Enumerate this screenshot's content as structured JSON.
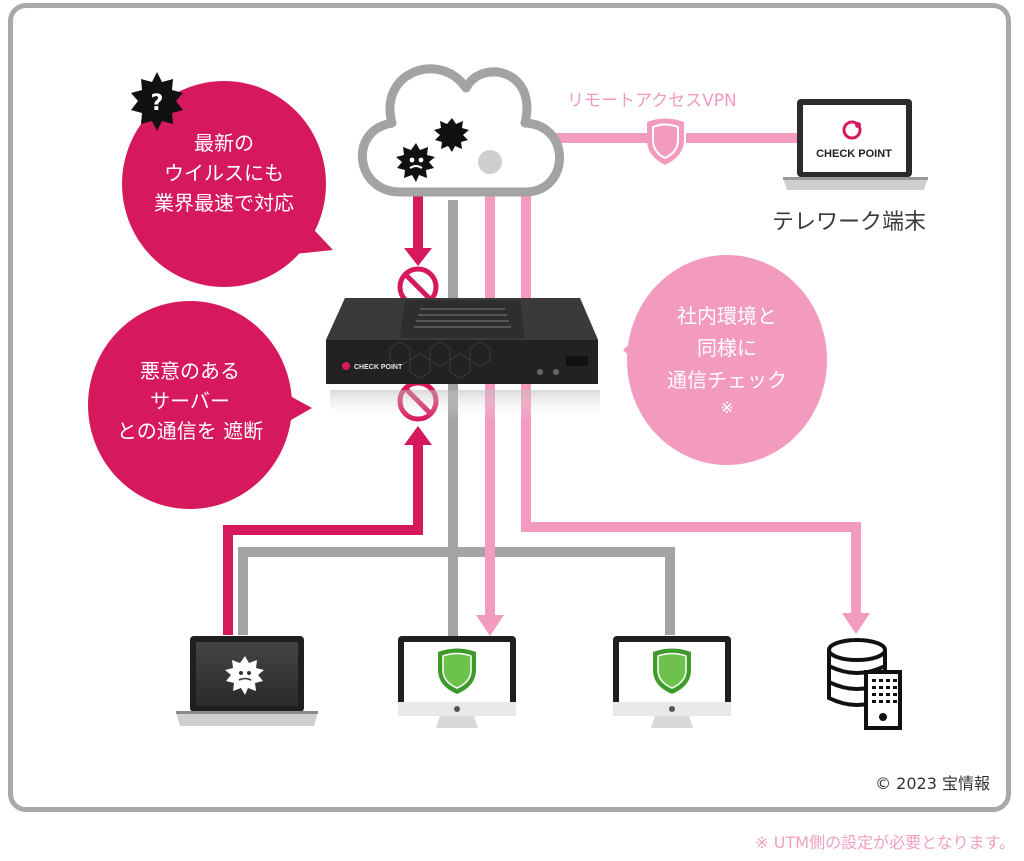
{
  "colors": {
    "magenta": "#d6195d",
    "pink": "#f29bbf",
    "gray": "#a3a3a3",
    "frame": "#a9a9ad",
    "shield_green": "#55b33b",
    "device_dark": "#2b2b2b"
  },
  "bubbles": {
    "virus": {
      "lines": [
        "最新の",
        "ウイルスにも",
        "業界最速で対応"
      ],
      "badge_icon": "question-burst-icon",
      "badge_text": "?"
    },
    "server": {
      "lines": [
        "悪意のある",
        "サーバー",
        "との通信を 遮断"
      ]
    },
    "internal": {
      "lines": [
        "社内環境と",
        "同様に",
        "通信チェック",
        "※"
      ]
    }
  },
  "vpn": {
    "label": "リモートアクセスVPN",
    "icon": "vpn-shield-icon"
  },
  "telework": {
    "label": "テレワーク端末",
    "brand": "CHECK POINT"
  },
  "utm": {
    "brand": "CHECK POINT"
  },
  "devices": [
    {
      "name": "infected-laptop",
      "icon": "virus-icon"
    },
    {
      "name": "protected-desktop-1",
      "icon": "green-shield-icon"
    },
    {
      "name": "protected-desktop-2",
      "icon": "green-shield-icon"
    },
    {
      "name": "server",
      "icon": "database-server-icon"
    }
  ],
  "copyright": "© 2023 宝情報",
  "footnote": "※ UTM側の設定が必要となります。"
}
